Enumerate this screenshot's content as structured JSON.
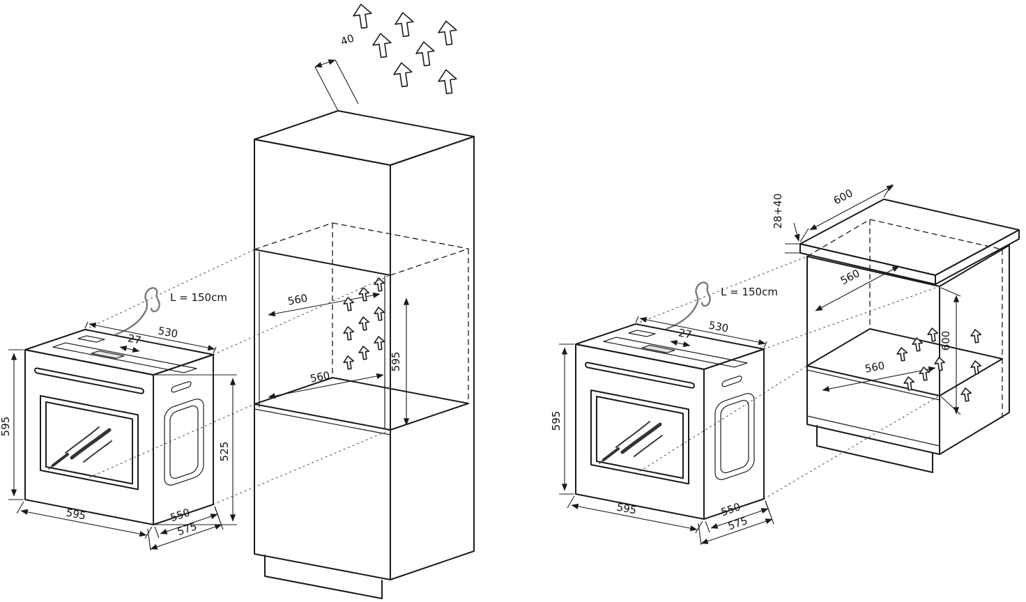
{
  "colors": {
    "line": "#1a1a1a",
    "background": "#ffffff",
    "cable": "#7a7a7a"
  },
  "icons": {
    "vent_arrow_icon": "hollow-up-arrow",
    "power_cable_icon": "coiled-power-cable"
  },
  "left_diagram": {
    "cable_label": "L = 150cm",
    "oven": {
      "height": "595",
      "top_width": "530",
      "panel_offset": "27",
      "front_height": "525",
      "bottom_width": "595",
      "depth_body": "550",
      "depth_total": "575"
    },
    "cabinet": {
      "rear_gap": "40",
      "niche_width_top": "560",
      "niche_height": "595",
      "niche_width_bottom": "560"
    }
  },
  "right_diagram": {
    "cable_label": "L = 150cm",
    "oven": {
      "height": "595",
      "top_width": "530",
      "panel_offset": "27",
      "bottom_width": "595",
      "depth_body": "550",
      "depth_total": "575"
    },
    "cabinet": {
      "worktop_thickness": "28+40",
      "worktop_depth": "600",
      "niche_width_top": "560",
      "niche_height": "600",
      "niche_width_bottom": "560"
    }
  }
}
